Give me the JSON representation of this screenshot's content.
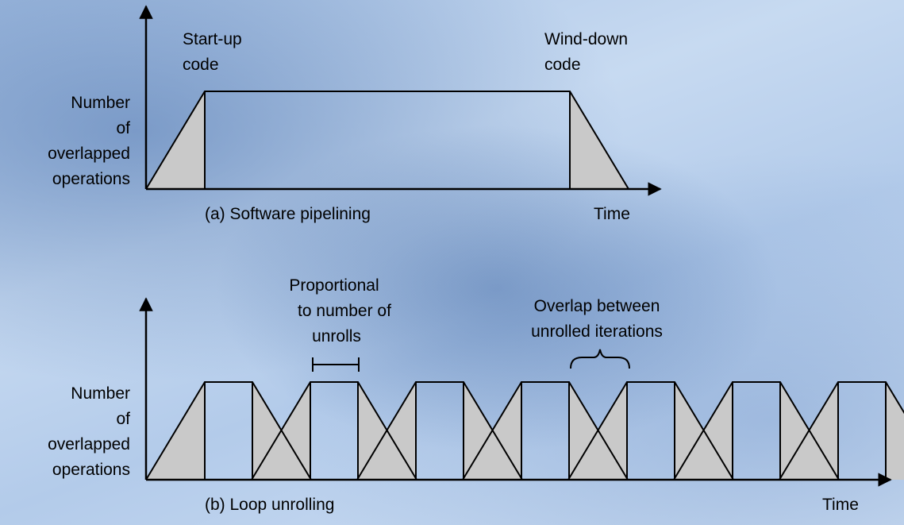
{
  "top": {
    "ylabel": [
      "Number",
      "of",
      "overlapped",
      "operations"
    ],
    "startup": [
      "Start-up",
      "code"
    ],
    "winddown": [
      "Wind-down",
      "code"
    ],
    "caption": "(a) Software pipelining",
    "xlabel": "Time"
  },
  "bottom": {
    "ylabel": [
      "Number",
      "of",
      "overlapped",
      "operations"
    ],
    "proportional": [
      "Proportional",
      "to number of",
      "unrolls"
    ],
    "overlap": [
      "Overlap between",
      "unrolled iterations"
    ],
    "caption": "(b) Loop unrolling",
    "xlabel": "Time"
  },
  "colors": {
    "shade": "#c9c9c9",
    "ink": "#000000"
  },
  "unroll_count": 7
}
